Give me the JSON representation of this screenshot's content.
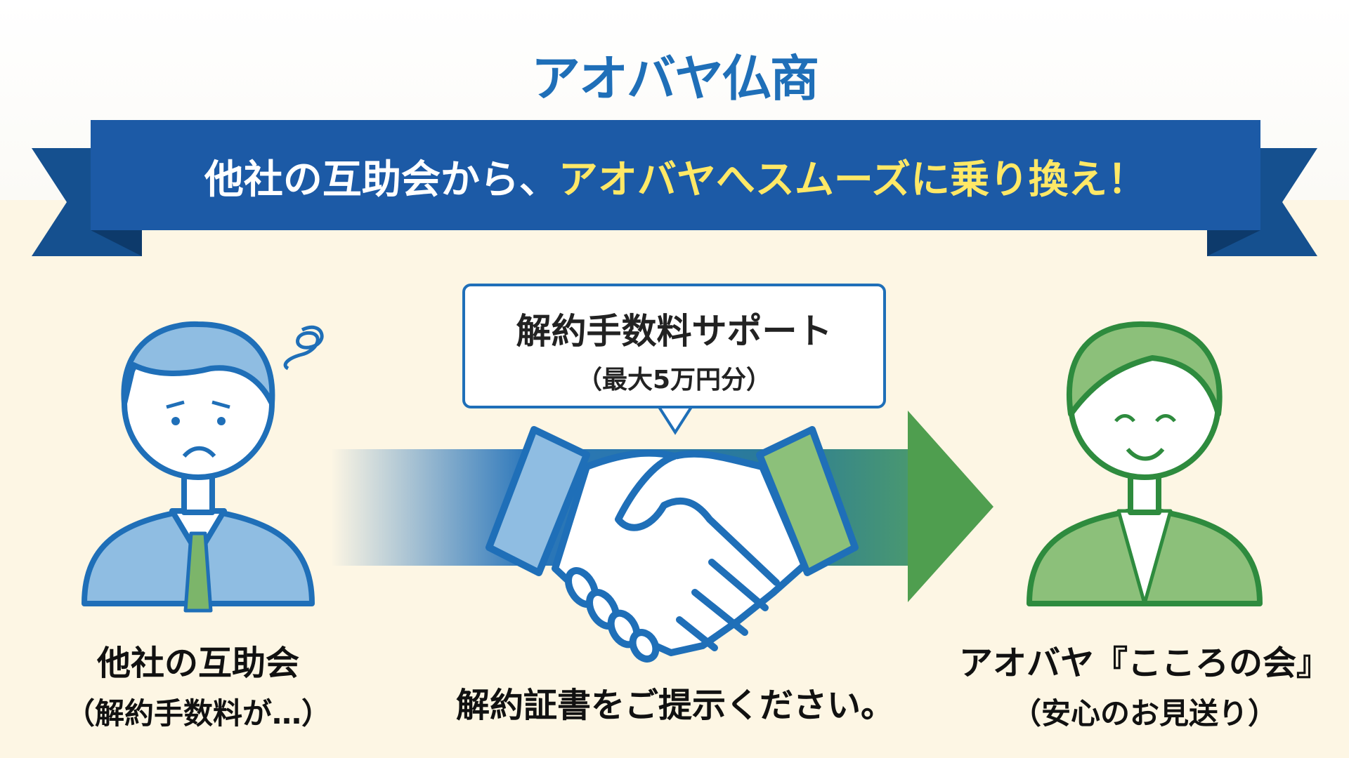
{
  "logo": {
    "text": "アオバヤ仏商"
  },
  "banner": {
    "prefix": "他社の互助会から、",
    "highlight": "アオバヤへスムーズに乗り換え！"
  },
  "bubble": {
    "title": "解約手数料サポート",
    "subtitle": "（最大5万円分）"
  },
  "left_person": {
    "name": "他社の互助会",
    "note": "（解約手数料が…）"
  },
  "center": {
    "caption": "解約証書をご提示ください。"
  },
  "right_person": {
    "name": "アオバヤ『こころの会』",
    "note": "（安心のお見送り）"
  },
  "colors": {
    "brand_blue": "#1f6fb8",
    "banner_blue": "#1c5aa6",
    "highlight_yellow": "#ffe866",
    "green": "#4f9e4f",
    "background": "#fdf6e4"
  }
}
